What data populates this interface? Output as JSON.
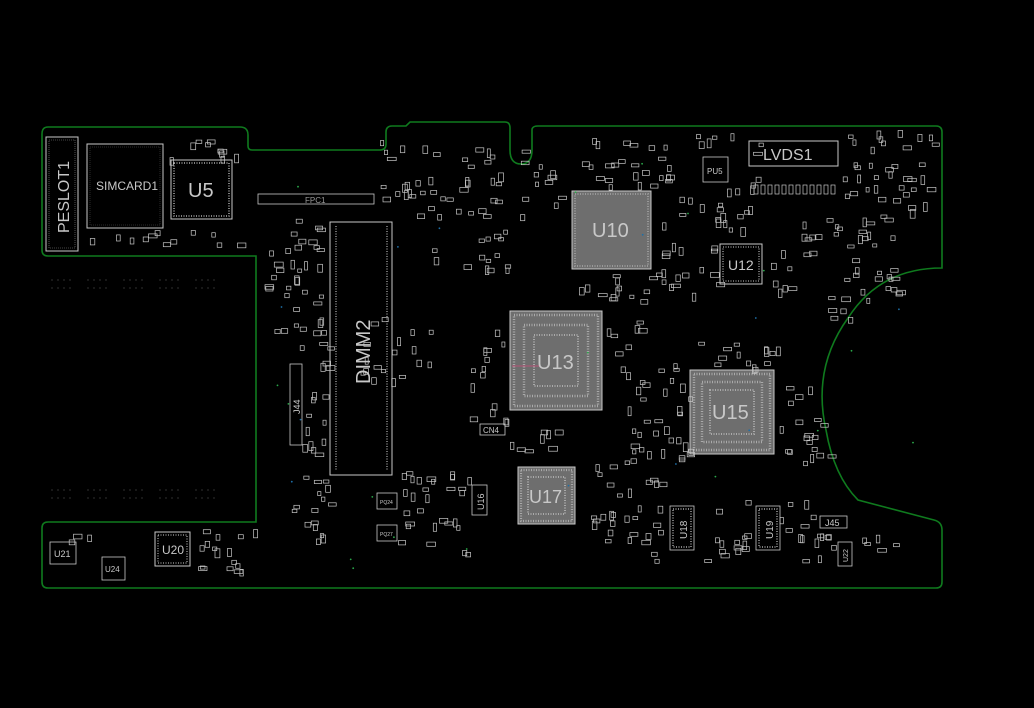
{
  "colors": {
    "background": "#000000",
    "board_outline": "#0f7a1e",
    "silkscreen": "#c8c8c8",
    "chip_fill": "#6e6e6e",
    "via": "#1d6fa8",
    "fiducial": "#2aa84a"
  },
  "labels": {
    "peslot": "PESLOT1",
    "simcard": "SIMCARD1",
    "u5": "U5",
    "fpc1": "FPC1",
    "dimm2": "DIMM2",
    "j44": "J44",
    "u10": "U10",
    "u12": "U12",
    "u13": "U13",
    "u15": "U15",
    "u17": "U17",
    "u16": "U16",
    "u18": "U18",
    "u19": "U19",
    "u20": "U20",
    "u21": "U21",
    "u22": "U22",
    "u24": "U24",
    "cn4": "CN4",
    "j45": "J45",
    "lvds1": "LVDS1",
    "pu5": "PU5",
    "pq24": "PQ24",
    "pq27": "PQ27"
  }
}
